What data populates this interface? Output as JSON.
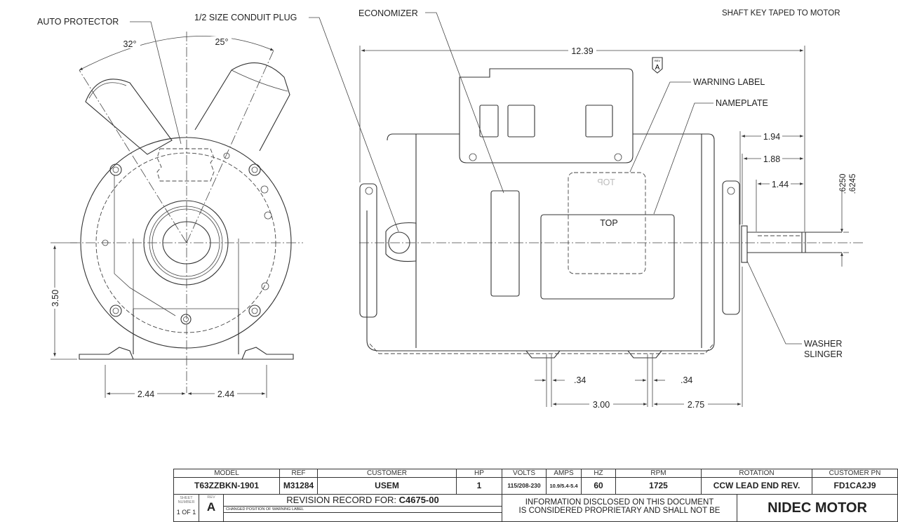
{
  "callouts": {
    "auto_protector": "AUTO PROTECTOR",
    "conduit_plug": "1/2 SIZE CONDUIT PLUG",
    "economizer": "ECONOMIZER",
    "shaft_key": "SHAFT KEY TAPED TO MOTOR",
    "warning_label": "WARNING LABEL",
    "nameplate": "NAMEPLATE",
    "washer_slinger_1": "WASHER",
    "washer_slinger_2": "SLINGER",
    "top_label": "TOP",
    "top_mirrored": "TOP",
    "rev_marker_small": "REV",
    "rev_marker": "A"
  },
  "dimensions": {
    "angle_left": "32°",
    "angle_right": "25°",
    "height": "3.50",
    "foot_left": "2.44",
    "foot_right": "2.44",
    "overall_length": "12.39",
    "d_194": "1.94",
    "d_188": "1.88",
    "d_144": "1.44",
    "shaft_dia_max": ".6250",
    "shaft_dia_min": ".6245",
    "slot_left": ".34",
    "slot_right": ".34",
    "foot_spacing": "3.00",
    "foot_to_end": "2.75"
  },
  "title_block": {
    "headers": [
      "MODEL",
      "REF",
      "CUSTOMER",
      "HP",
      "VOLTS",
      "AMPS",
      "HZ",
      "RPM",
      "ROTATION",
      "CUSTOMER PN"
    ],
    "values": [
      "T63ZZBKN-1901",
      "M31284",
      "USEM",
      "1",
      "115/208-230",
      "10.9/5.4-5.4",
      "60",
      "1725",
      "CCW LEAD END REV.",
      "FD1CA2J9"
    ],
    "sheet_number_label": "SHEET NUMBER",
    "sheet_number": "1 OF 1",
    "rev_label": "REV",
    "rev": "A",
    "revision_record_prefix": "REVISION RECORD FOR: ",
    "revision_record_doc": "C4675-00",
    "revision_note": "CHANGED POSITION OF WARNING LABEL",
    "proprietary_1": "INFORMATION DISCLOSED ON THIS DOCUMENT",
    "proprietary_2": "IS CONSIDERED PROPRIETARY AND SHALL NOT BE",
    "company": "NIDEC MOTOR"
  }
}
